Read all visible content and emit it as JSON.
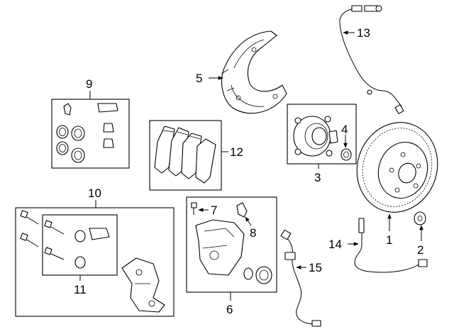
{
  "callouts": {
    "c1": "1",
    "c2": "2",
    "c3": "3",
    "c4": "4",
    "c5": "5",
    "c6": "6",
    "c7": "7",
    "c8": "8",
    "c9": "9",
    "c10": "10",
    "c11": "11",
    "c12": "12",
    "c13": "13",
    "c14": "14",
    "c15": "15"
  },
  "parts": {
    "rotor": "brake-rotor",
    "rotor_bolt": "wheel-stud",
    "hub_assembly": "hub-bearing-assembly",
    "hub_nut": "hub-nut",
    "splash_shield": "splash-shield",
    "caliper": "brake-caliper",
    "bleeder": "bleeder-screw",
    "clip": "retaining-clip",
    "seal_kit": "caliper-seal-kit",
    "caliper_hardware": "caliper-hardware-kit",
    "piston_kit": "piston-kit",
    "pads": "brake-pads",
    "abs_sensor_front": "abs-speed-sensor",
    "wear_sensor": "pad-wear-sensor",
    "brake_hose": "brake-hose"
  }
}
